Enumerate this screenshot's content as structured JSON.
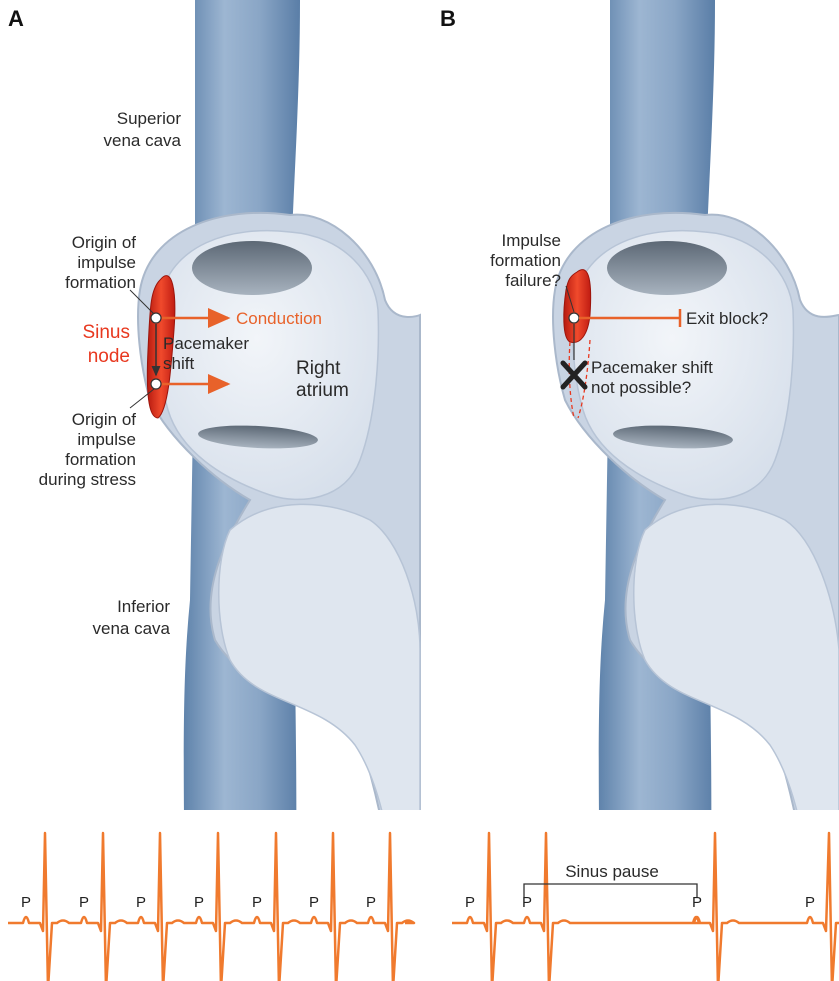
{
  "panel_a": {
    "letter": "A",
    "svc_line1": "Superior",
    "svc_line2": "vena cava",
    "origin_line1": "Origin of",
    "origin_line2": "impulse",
    "origin_line3": "formation",
    "sinus_line1": "Sinus",
    "sinus_line2": "node",
    "conduction": "Conduction",
    "shift_line1": "Pacemaker",
    "shift_line2": "shift",
    "ra_line1": "Right",
    "ra_line2": "atrium",
    "stress_line1": "Origin of",
    "stress_line2": "impulse",
    "stress_line3": "formation",
    "stress_line4": "during stress",
    "ivc_line1": "Inferior",
    "ivc_line2": "vena cava"
  },
  "panel_b": {
    "letter": "B",
    "failure_line1": "Impulse",
    "failure_line2": "formation",
    "failure_line3": "failure?",
    "exit_block": "Exit block?",
    "shift_line1": "Pacemaker shift",
    "shift_line2": "not possible?"
  },
  "ecg": {
    "p_label": "P",
    "pause_label": "Sinus pause"
  },
  "colors": {
    "vessel": "#7d9cbd",
    "atrium_wall": "#d3dcea",
    "atrium_inner": "#e6ebf2",
    "sinus_node": "#d8281a",
    "orange": "#e8622a",
    "ecg": "#f07a2e"
  }
}
